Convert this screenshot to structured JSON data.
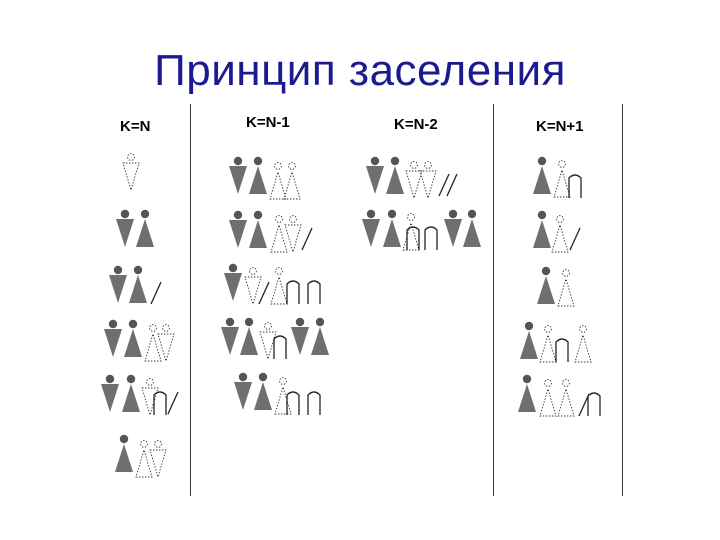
{
  "title": "Принцип заселения",
  "columns": [
    {
      "label": "K=N"
    },
    {
      "label": "K=N-1"
    },
    {
      "label": "K=N-2"
    },
    {
      "label": "K=N+1"
    }
  ],
  "colors": {
    "title": "#1b1b8f",
    "figure_fill": "#6f6f6f",
    "figure_head": "#555555",
    "outline": "#222222"
  }
}
